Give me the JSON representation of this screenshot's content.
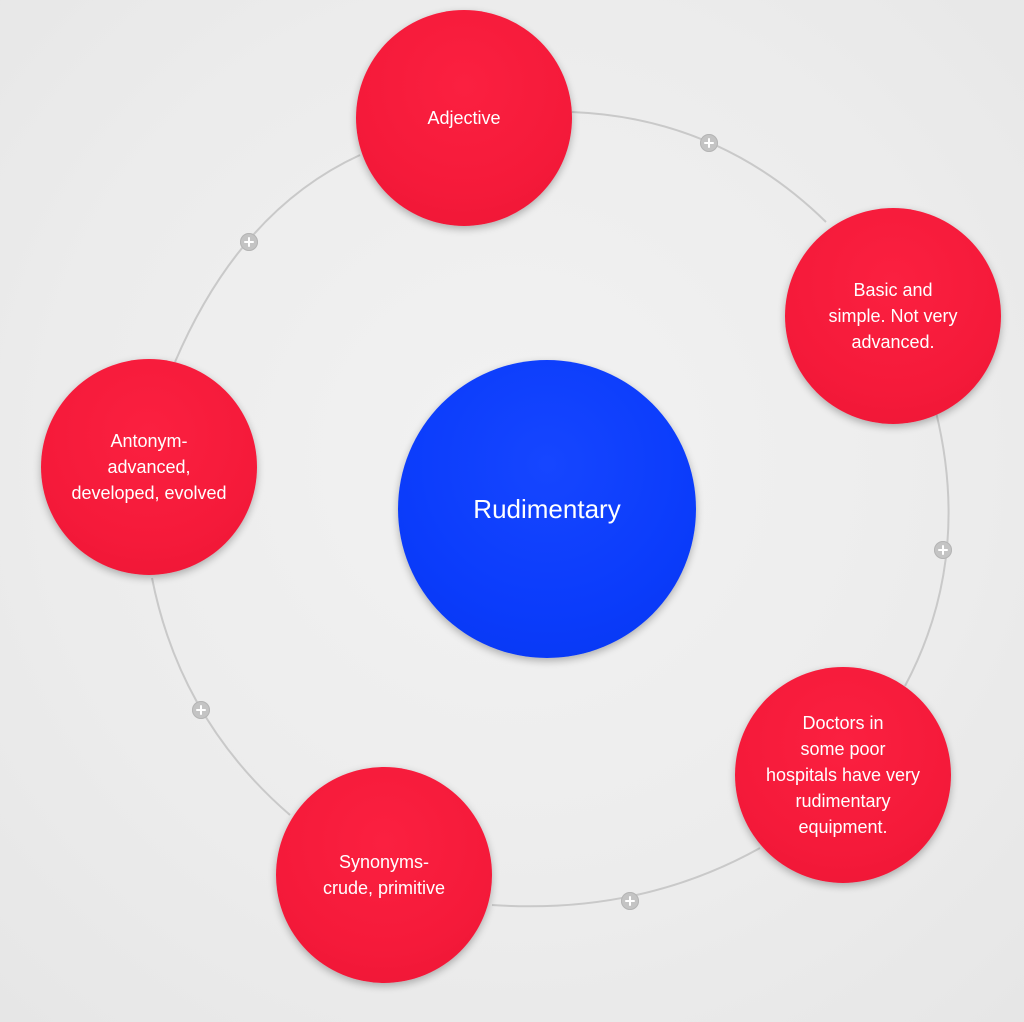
{
  "diagram": {
    "center": {
      "label": "Rudimentary",
      "color": "#0a3cfb"
    },
    "branches": [
      {
        "label": "Adjective"
      },
      {
        "label": "Basic and\nsimple. Not very\nadvanced."
      },
      {
        "label": "Doctors in\nsome poor\nhospitals have very\nrudimentary\nequipment."
      },
      {
        "label": "Synonyms-\ncrude, primitive"
      },
      {
        "label": "Antonym-\nadvanced,\ndeveloped, evolved"
      }
    ],
    "branch_color": "#f51a3a",
    "connector_icons": [
      "plus-icon",
      "plus-icon",
      "plus-icon",
      "plus-icon",
      "plus-icon"
    ]
  }
}
